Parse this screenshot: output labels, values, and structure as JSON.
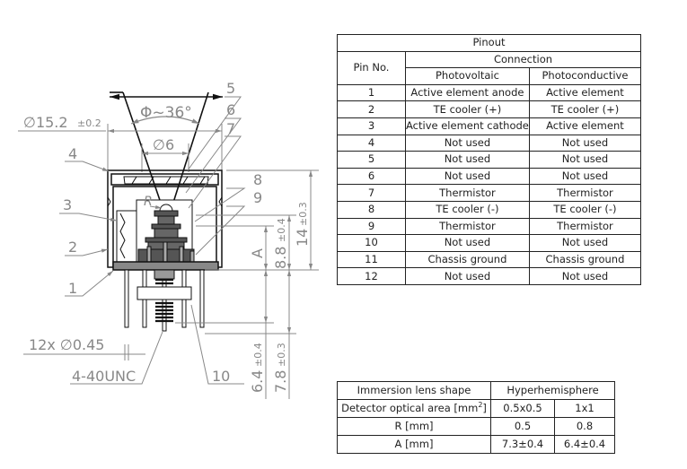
{
  "drawing": {
    "callouts": [
      "1",
      "2",
      "3",
      "4",
      "5",
      "6",
      "7",
      "8",
      "9",
      "10"
    ],
    "angle_label": "Φ~36°",
    "diameter_outer": "∅15.2",
    "diameter_outer_tol": "±0.2",
    "diameter_window": "∅6",
    "radius_label": "R",
    "pin_count_diameter": "12x ∅0.45",
    "thread_label": "4-40UNC",
    "dim_A": "A",
    "dim_8_8": "8.8",
    "dim_8_8_tol": "±0.4",
    "dim_14": "14",
    "dim_14_tol": "±0.3",
    "dim_6_4": "6.4",
    "dim_6_4_tol": "±0.4",
    "dim_7_8": "7.8",
    "dim_7_8_tol": "±0.3"
  },
  "pinout": {
    "title": "Pinout",
    "pin_header": "Pin No.",
    "connection_header": "Connection",
    "col_pv": "Photovoltaic",
    "col_pc": "Photoconductive",
    "rows": [
      {
        "pin": "1",
        "pv": "Active element anode",
        "pc": "Active element"
      },
      {
        "pin": "2",
        "pv": "TE cooler (+)",
        "pc": "TE cooler (+)"
      },
      {
        "pin": "3",
        "pv": "Active element cathode",
        "pc": "Active element"
      },
      {
        "pin": "4",
        "pv": "Not used",
        "pc": "Not used"
      },
      {
        "pin": "5",
        "pv": "Not used",
        "pc": "Not used"
      },
      {
        "pin": "6",
        "pv": "Not used",
        "pc": "Not used"
      },
      {
        "pin": "7",
        "pv": "Thermistor",
        "pc": "Thermistor"
      },
      {
        "pin": "8",
        "pv": "TE cooler (-)",
        "pc": "TE cooler (-)"
      },
      {
        "pin": "9",
        "pv": "Thermistor",
        "pc": "Thermistor"
      },
      {
        "pin": "10",
        "pv": "Not used",
        "pc": "Not used"
      },
      {
        "pin": "11",
        "pv": "Chassis ground",
        "pc": "Chassis ground"
      },
      {
        "pin": "12",
        "pv": "Not used",
        "pc": "Not used"
      }
    ]
  },
  "lens": {
    "shape_label": "Immersion lens shape",
    "shape_value": "Hyperhemisphere",
    "area_label": "Detector optical area [mm",
    "area_sup": "2",
    "area_suffix": "]",
    "area_values": [
      "0.5x0.5",
      "1x1"
    ],
    "r_label": "R [mm]",
    "r_values": [
      "0.5",
      "0.8"
    ],
    "a_label": "A [mm]",
    "a_values": [
      "7.3±0.4",
      "6.4±0.4"
    ]
  }
}
